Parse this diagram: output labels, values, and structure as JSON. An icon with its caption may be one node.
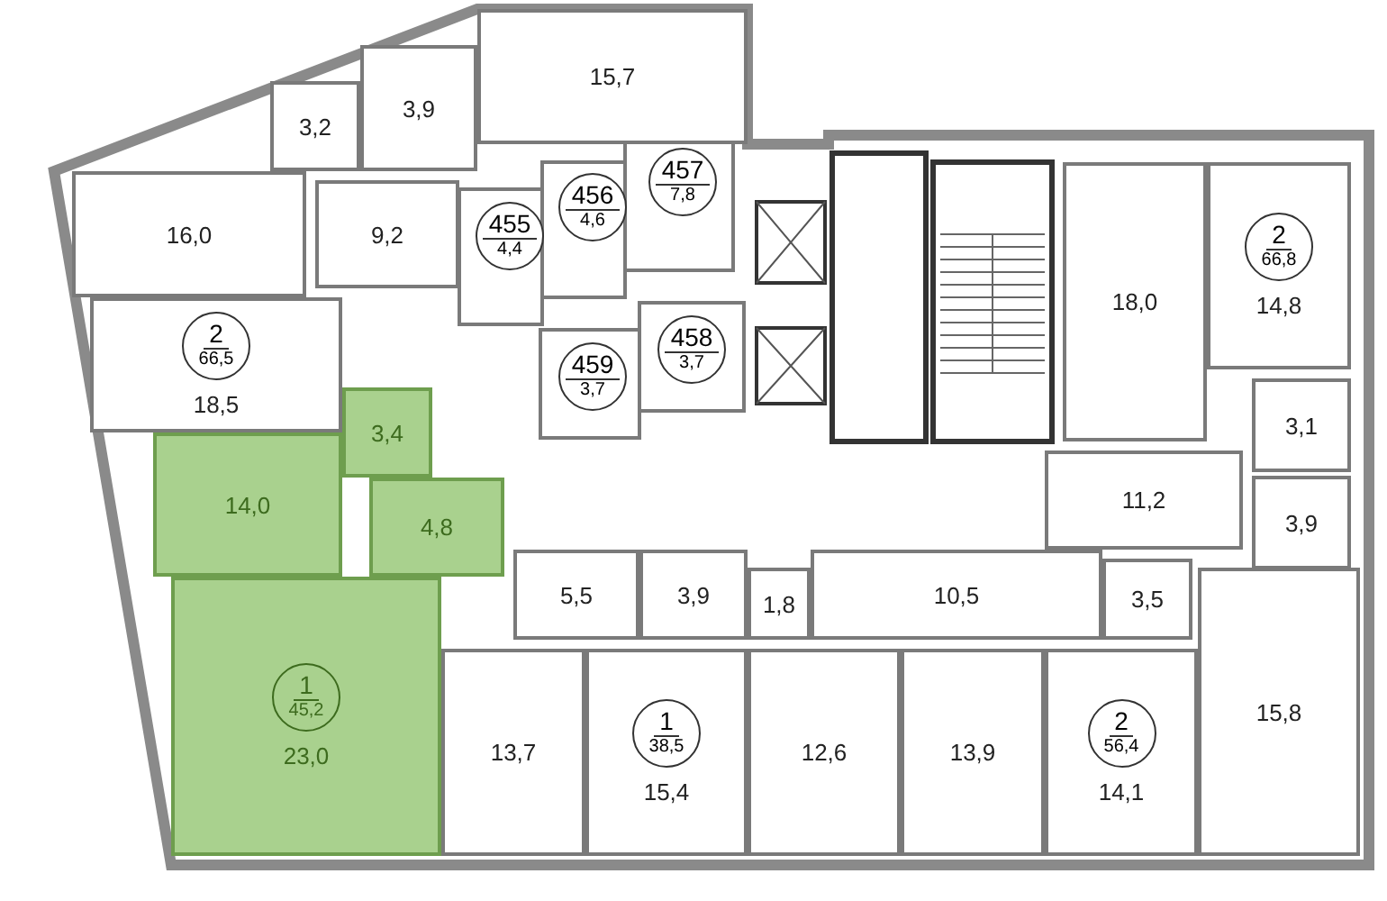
{
  "diagram": {
    "nodes": [
      {
        "text": [
          "15,7"
        ]
      },
      {
        "text": [
          "3,9"
        ]
      },
      {
        "text": [
          "3,2"
        ]
      },
      {
        "text": [
          "16,0"
        ]
      },
      {
        "text": [
          "9,2"
        ]
      },
      {
        "text": [
          "457",
          "7,8"
        ]
      },
      {
        "text": [
          "456",
          "4,6"
        ]
      },
      {
        "text": [
          "455",
          "4,4"
        ]
      },
      {
        "text": [
          "18,5"
        ]
      },
      {
        "text": [
          "2",
          "66,5"
        ],
        "in": 8
      },
      {
        "text": [
          "458",
          "3,7"
        ]
      },
      {
        "text": [
          "459",
          "3,7"
        ]
      },
      {
        "text": [
          "18,0"
        ]
      },
      {
        "text": [
          "14,8"
        ]
      },
      {
        "text": [
          "2",
          "66,8"
        ],
        "in": 13
      },
      {
        "text": [
          "3,1"
        ]
      },
      {
        "text": [
          "3,4"
        ]
      },
      {
        "text": [
          "14,0"
        ]
      },
      {
        "text": [
          "11,2"
        ]
      },
      {
        "text": [
          "4,8"
        ]
      },
      {
        "text": [
          "3,9"
        ]
      },
      {
        "text": [
          "5,5"
        ]
      },
      {
        "text": [
          "3,9"
        ]
      },
      {
        "text": [
          "1,8"
        ]
      },
      {
        "text": [
          "10,5"
        ]
      },
      {
        "text": [
          "3,5"
        ]
      },
      {
        "text": [
          "23,0"
        ]
      },
      {
        "text": [
          "1",
          "45,2"
        ],
        "in": 26
      },
      {
        "text": [
          "13,7"
        ]
      },
      {
        "text": [
          "15,4"
        ]
      },
      {
        "text": [
          "1",
          "38,5"
        ],
        "in": 29
      },
      {
        "text": [
          "12,6"
        ]
      },
      {
        "text": [
          "13,9"
        ]
      },
      {
        "text": [
          "14,1"
        ]
      },
      {
        "text": [
          "2",
          "56,4"
        ],
        "in": 33
      },
      {
        "text": [
          "15,8"
        ]
      }
    ],
    "edges": []
  }
}
